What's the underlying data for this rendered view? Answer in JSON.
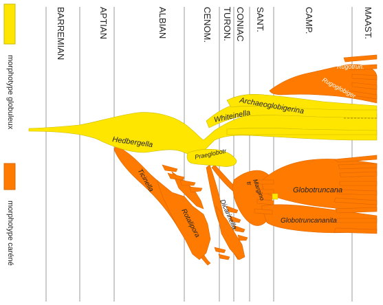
{
  "colors": {
    "globular": "#ffe600",
    "globular_stroke": "#c9b800",
    "keeled": "#ff7a00",
    "keeled_stroke": "#d96500",
    "grid": "#999999",
    "text": "#222222"
  },
  "stages": [
    "MAAST.",
    "CAMP.",
    "SANT.",
    "CONIAC",
    "TURON.",
    "CENOM.",
    "ALBIAN",
    "APTIAN",
    "BARREMIAN"
  ],
  "legend": {
    "globular_label": "morphotype globuleux",
    "keeled_label": "morphotype caréné"
  },
  "taxa": {
    "hedbergella": "Hedbergella",
    "whiteinella": "Whiteinella",
    "archaeoglobigerina": "Archaeoglobigerina",
    "rugotrun": "Rugotrun.",
    "rugoglobiger": "Rugoglobiger",
    "praeglobotr": "Praeglobotr",
    "ticinella": "Ticinella",
    "rotalipora": "Rotalipora",
    "dicarinella": "Dicarinella",
    "margino": "Margino\ntr",
    "globotruncana": "Globotruncana",
    "globotruncananita": "Globotruncananita"
  }
}
